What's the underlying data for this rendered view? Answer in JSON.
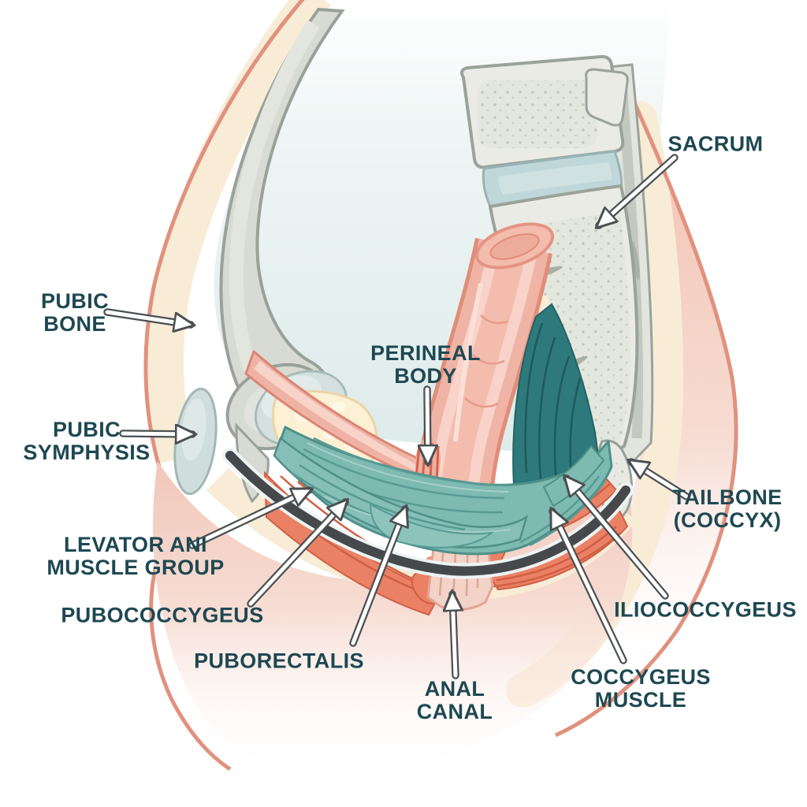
{
  "diagram": {
    "type": "anatomical-illustration",
    "subject": "Pelvic floor muscles, sagittal section",
    "labels": {
      "sacrum": "SACRUM",
      "pubic_bone": "PUBIC\nBONE",
      "pubic_symphysis": "PUBIC\nSYMPHYSIS",
      "perineal_body": "PERINEAL\nBODY",
      "levator_ani": "LEVATOR ANI\nMUSCLE GROUP",
      "pubococcygeus": "PUBOCOCCYGEUS",
      "puborectalis": "PUBORECTALIS",
      "anal_canal": "ANAL\nCANAL",
      "tailbone": "TAILBONE\n(COCCYX)",
      "iliococcygeus": "ILIOCOCCYGEUS",
      "coccygeus": "COCCYGEUS\nMUSCLE"
    },
    "colors": {
      "label_text": "#1e4852",
      "muscle_teal": "#7dbab2",
      "muscle_deep_teal": "#2e797c",
      "muscle_orange": "#ea8165",
      "bone_gray": "#e9ebe4",
      "cartilage_blue": "#bfd7d8",
      "tissue_pink": "#f0b4a6",
      "fat_cream": "#f8ecd6",
      "skin_outline": "#e0927e",
      "fascia_dark": "#45494c",
      "cavity_tint": "#ddebea",
      "arrow_fill": "#ffffff",
      "arrow_outline": "#4b5053"
    }
  }
}
